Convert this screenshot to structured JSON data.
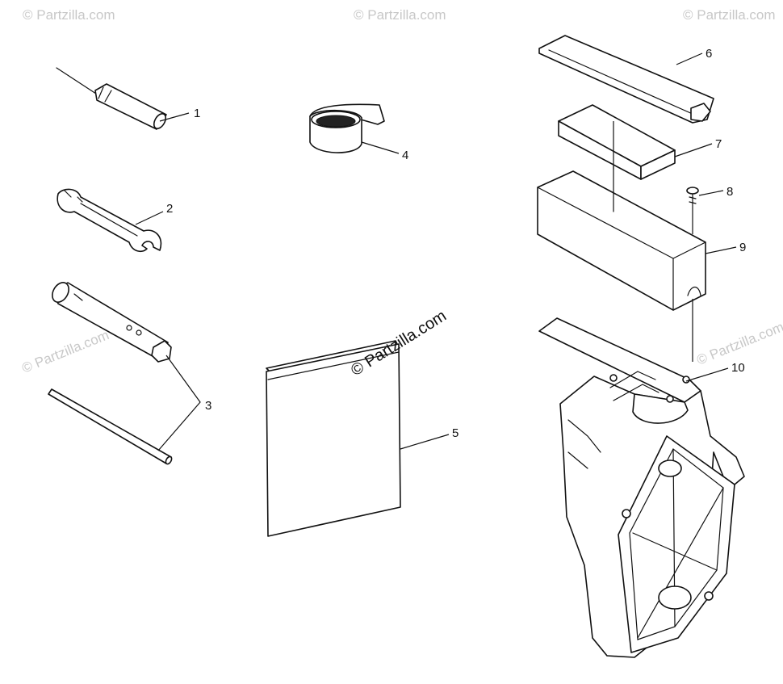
{
  "watermark": {
    "text": "© Partzilla.com",
    "main_text": "© Partzilla.com",
    "color": "#c8c8c8"
  },
  "callouts": [
    {
      "id": "1",
      "label": "1"
    },
    {
      "id": "2",
      "label": "2"
    },
    {
      "id": "3",
      "label": "3"
    },
    {
      "id": "4",
      "label": "4"
    },
    {
      "id": "5",
      "label": "5"
    },
    {
      "id": "6",
      "label": "6"
    },
    {
      "id": "7",
      "label": "7"
    },
    {
      "id": "8",
      "label": "8"
    },
    {
      "id": "9",
      "label": "9"
    },
    {
      "id": "10",
      "label": "10"
    }
  ],
  "colors": {
    "line": "#111111",
    "background": "#ffffff"
  }
}
